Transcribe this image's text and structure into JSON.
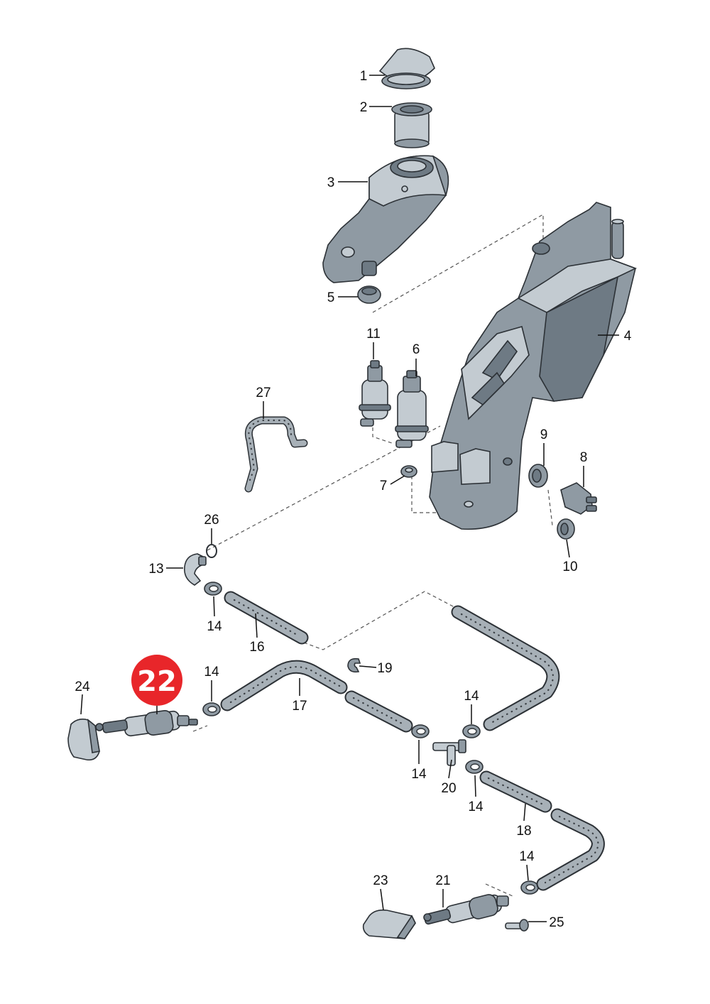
{
  "highlight": {
    "label": "22",
    "color": "#e8262a"
  },
  "callouts": {
    "c1": "1",
    "c2": "2",
    "c3": "3",
    "c4": "4",
    "c5": "5",
    "c6": "6",
    "c7": "7",
    "c8": "8",
    "c9": "9",
    "c10": "10",
    "c11": "11",
    "c13": "13",
    "c14a": "14",
    "c14b": "14",
    "c14c": "14",
    "c14d": "14",
    "c14e": "14",
    "c14f": "14",
    "c16": "16",
    "c17": "17",
    "c18": "18",
    "c19": "19",
    "c20": "20",
    "c21": "21",
    "c23": "23",
    "c24": "24",
    "c25": "25",
    "c26": "26",
    "c27": "27"
  },
  "colors": {
    "part": "#8f9aa3",
    "outline": "#2c3136",
    "badge": "#e8262a"
  }
}
